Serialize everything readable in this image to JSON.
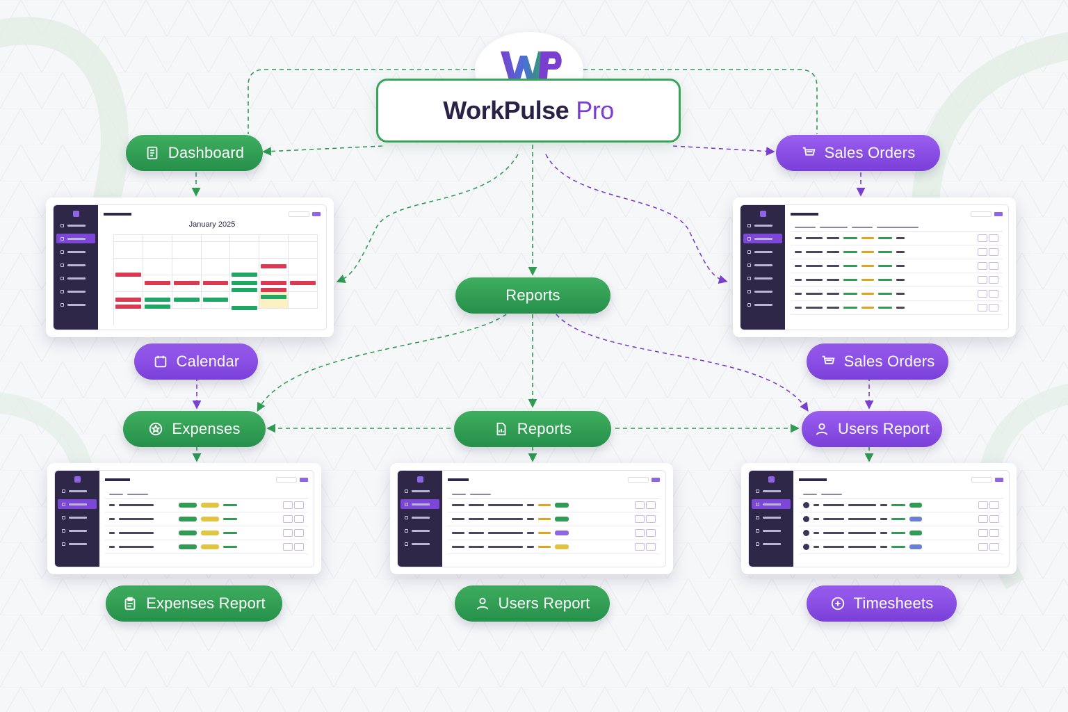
{
  "app": {
    "title_main": "WorkPulse",
    "title_accent": "Pro"
  },
  "colors": {
    "green": "#2f9b53",
    "purple": "#7b3fd0",
    "dark": "#2a2146"
  },
  "nodes": {
    "dashboard": {
      "label": "Dashboard",
      "icon": "document-icon"
    },
    "sales_orders_top": {
      "label": "Sales Orders",
      "icon": "cart-icon"
    },
    "reports_center": {
      "label": "Reports"
    },
    "calendar": {
      "label": "Calendar",
      "icon": "calendar-icon"
    },
    "sales_orders_right": {
      "label": "Sales Orders",
      "icon": "cart-icon"
    },
    "expenses": {
      "label": "Expenses",
      "icon": "star-badge-icon"
    },
    "reports_mid": {
      "label": "Reports",
      "icon": "file-chart-icon"
    },
    "users_report_right": {
      "label": "Users Report",
      "icon": "user-icon"
    },
    "expenses_report": {
      "label": "Expenses Report",
      "icon": "clipboard-icon"
    },
    "users_report_bottom": {
      "label": "Users Report",
      "icon": "user-icon"
    },
    "timesheets": {
      "label": "Timesheets",
      "icon": "plus-circle-icon"
    }
  },
  "screens": {
    "calendar": {
      "month_title": "January 2025"
    }
  }
}
